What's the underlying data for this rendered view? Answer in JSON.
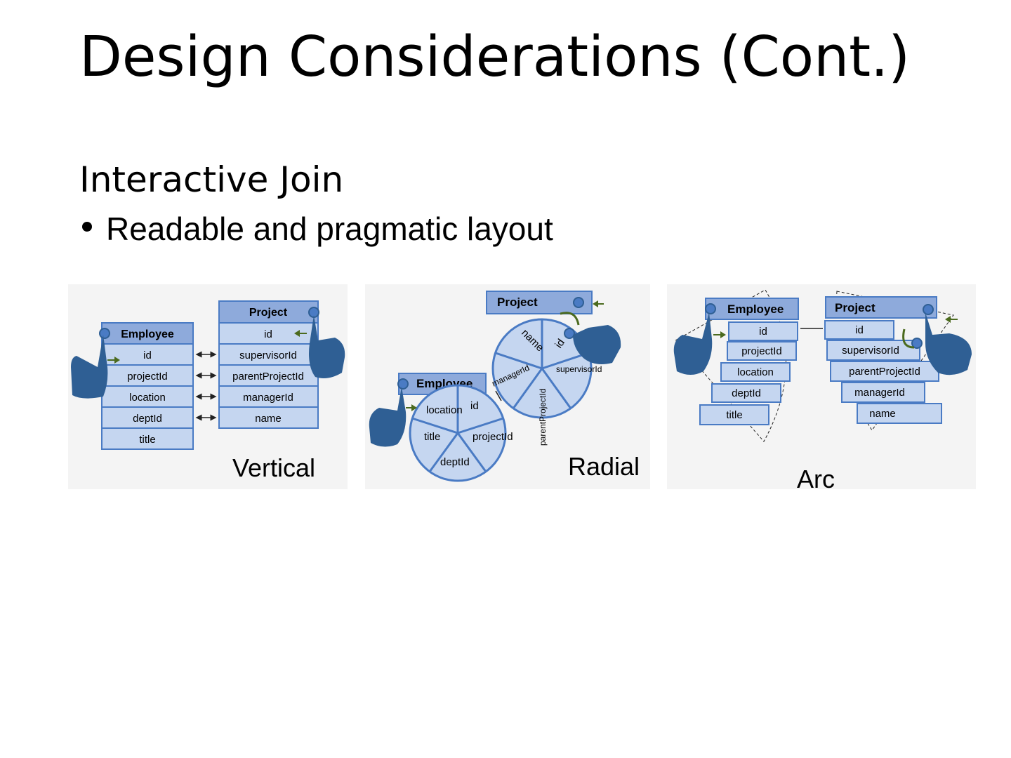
{
  "slide": {
    "title": "Design Considerations (Cont.)",
    "subtitle": "Interactive Join",
    "bullets": [
      "Readable and pragmatic layout"
    ]
  },
  "figures": {
    "vertical": {
      "caption": "Vertical",
      "employee": {
        "header": "Employee",
        "fields": [
          "id",
          "projectId",
          "location",
          "deptId",
          "title"
        ]
      },
      "project": {
        "header": "Project",
        "fields": [
          "id",
          "supervisorId",
          "parentProjectId",
          "managerId",
          "name"
        ]
      }
    },
    "radial": {
      "caption": "Radial",
      "project": {
        "header": "Project",
        "fields": [
          "id",
          "supervisorId",
          "parentProjectId",
          "managerId",
          "name"
        ]
      },
      "employee": {
        "header": "Employee",
        "fields": [
          "id",
          "projectId",
          "deptId",
          "title",
          "location"
        ]
      }
    },
    "arc": {
      "caption": "Arc",
      "employee": {
        "header": "Employee",
        "fields": [
          "id",
          "projectId",
          "location",
          "deptId",
          "title"
        ]
      },
      "project": {
        "header": "Project",
        "fields": [
          "id",
          "supervisorId",
          "parentProjectId",
          "managerId",
          "name"
        ]
      }
    }
  },
  "colors": {
    "header_fill": "#8eaadb",
    "cell_fill": "#c5d6f0",
    "border": "#4a7bc4",
    "hand": "#2f5f94",
    "arrow": "#4b6a1e"
  }
}
